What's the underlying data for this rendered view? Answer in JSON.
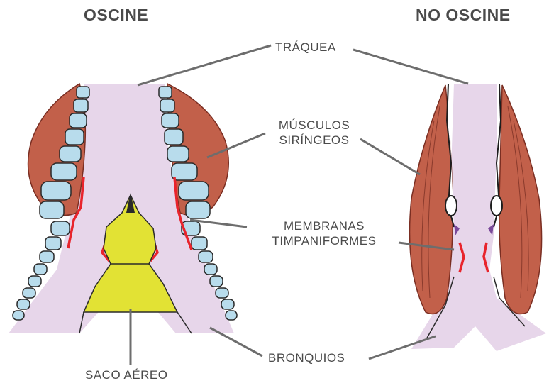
{
  "titles": {
    "left": "OSCINE",
    "right": "NO OSCINE"
  },
  "labels": {
    "trachea": "TRÁQUEA",
    "muscles_line1": "MÚSCULOS",
    "muscles_line2": "SIRÍNGEOS",
    "membranes_line1": "MEMBRANAS",
    "membranes_line2": "TIMPANIFORMES",
    "bronchi": "BRONQUIOS",
    "air_sac": "SACO AÉREO"
  },
  "colors": {
    "airway": "#e7d6ea",
    "muscle": "#c2604a",
    "cartilage": "#b8dcec",
    "membrane": "#e8242c",
    "air_sac": "#e2e234",
    "leader_line": "#6d6d6d",
    "text": "#4a4a4a"
  }
}
